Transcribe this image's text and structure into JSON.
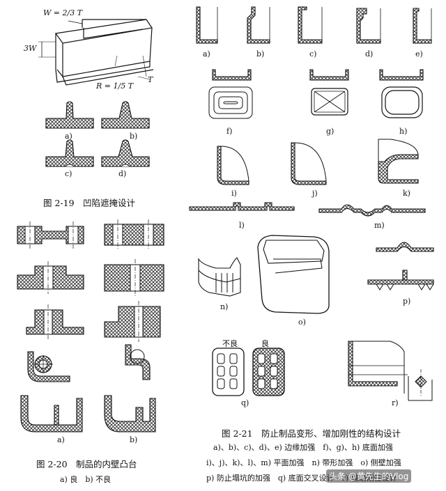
{
  "fig19": {
    "dim_w": "W = 2/3 T",
    "dim_3w": "3W",
    "dim_r": "R = 1/5 T",
    "dim_t": "T",
    "labels": [
      "a)",
      "b)",
      "c)",
      "d)"
    ],
    "caption": "图 2-19　凹陷遮掩设计"
  },
  "fig20": {
    "labels": [
      "a)",
      "b)"
    ],
    "caption": "图 2-20　制品的内壁凸台",
    "subcaption": "a) 良　b) 不良"
  },
  "fig21": {
    "labels": [
      "a)",
      "b)",
      "c)",
      "d)",
      "e)",
      "f)",
      "g)",
      "h)",
      "i)",
      "j)",
      "k)",
      "l)",
      "m)",
      "n)",
      "o)",
      "p)",
      "q)",
      "r)"
    ],
    "q_bad": "不良",
    "q_good": "良",
    "caption": "图 2-21　防止制品变形、增加刚性的结构设计",
    "legend": [
      "a)、b)、c)、d)、e) 边缘加强　f)、g)、h) 底面加强",
      "i)、j)、k)、l)、m) 平面加强　n) 带形加强　o) 侧壁加强",
      "p) 防止塌坑的加强　q) 底面交叉设计　r) 辅助刚性设计"
    ]
  },
  "watermark": "头条 @黄先生的Vlog"
}
